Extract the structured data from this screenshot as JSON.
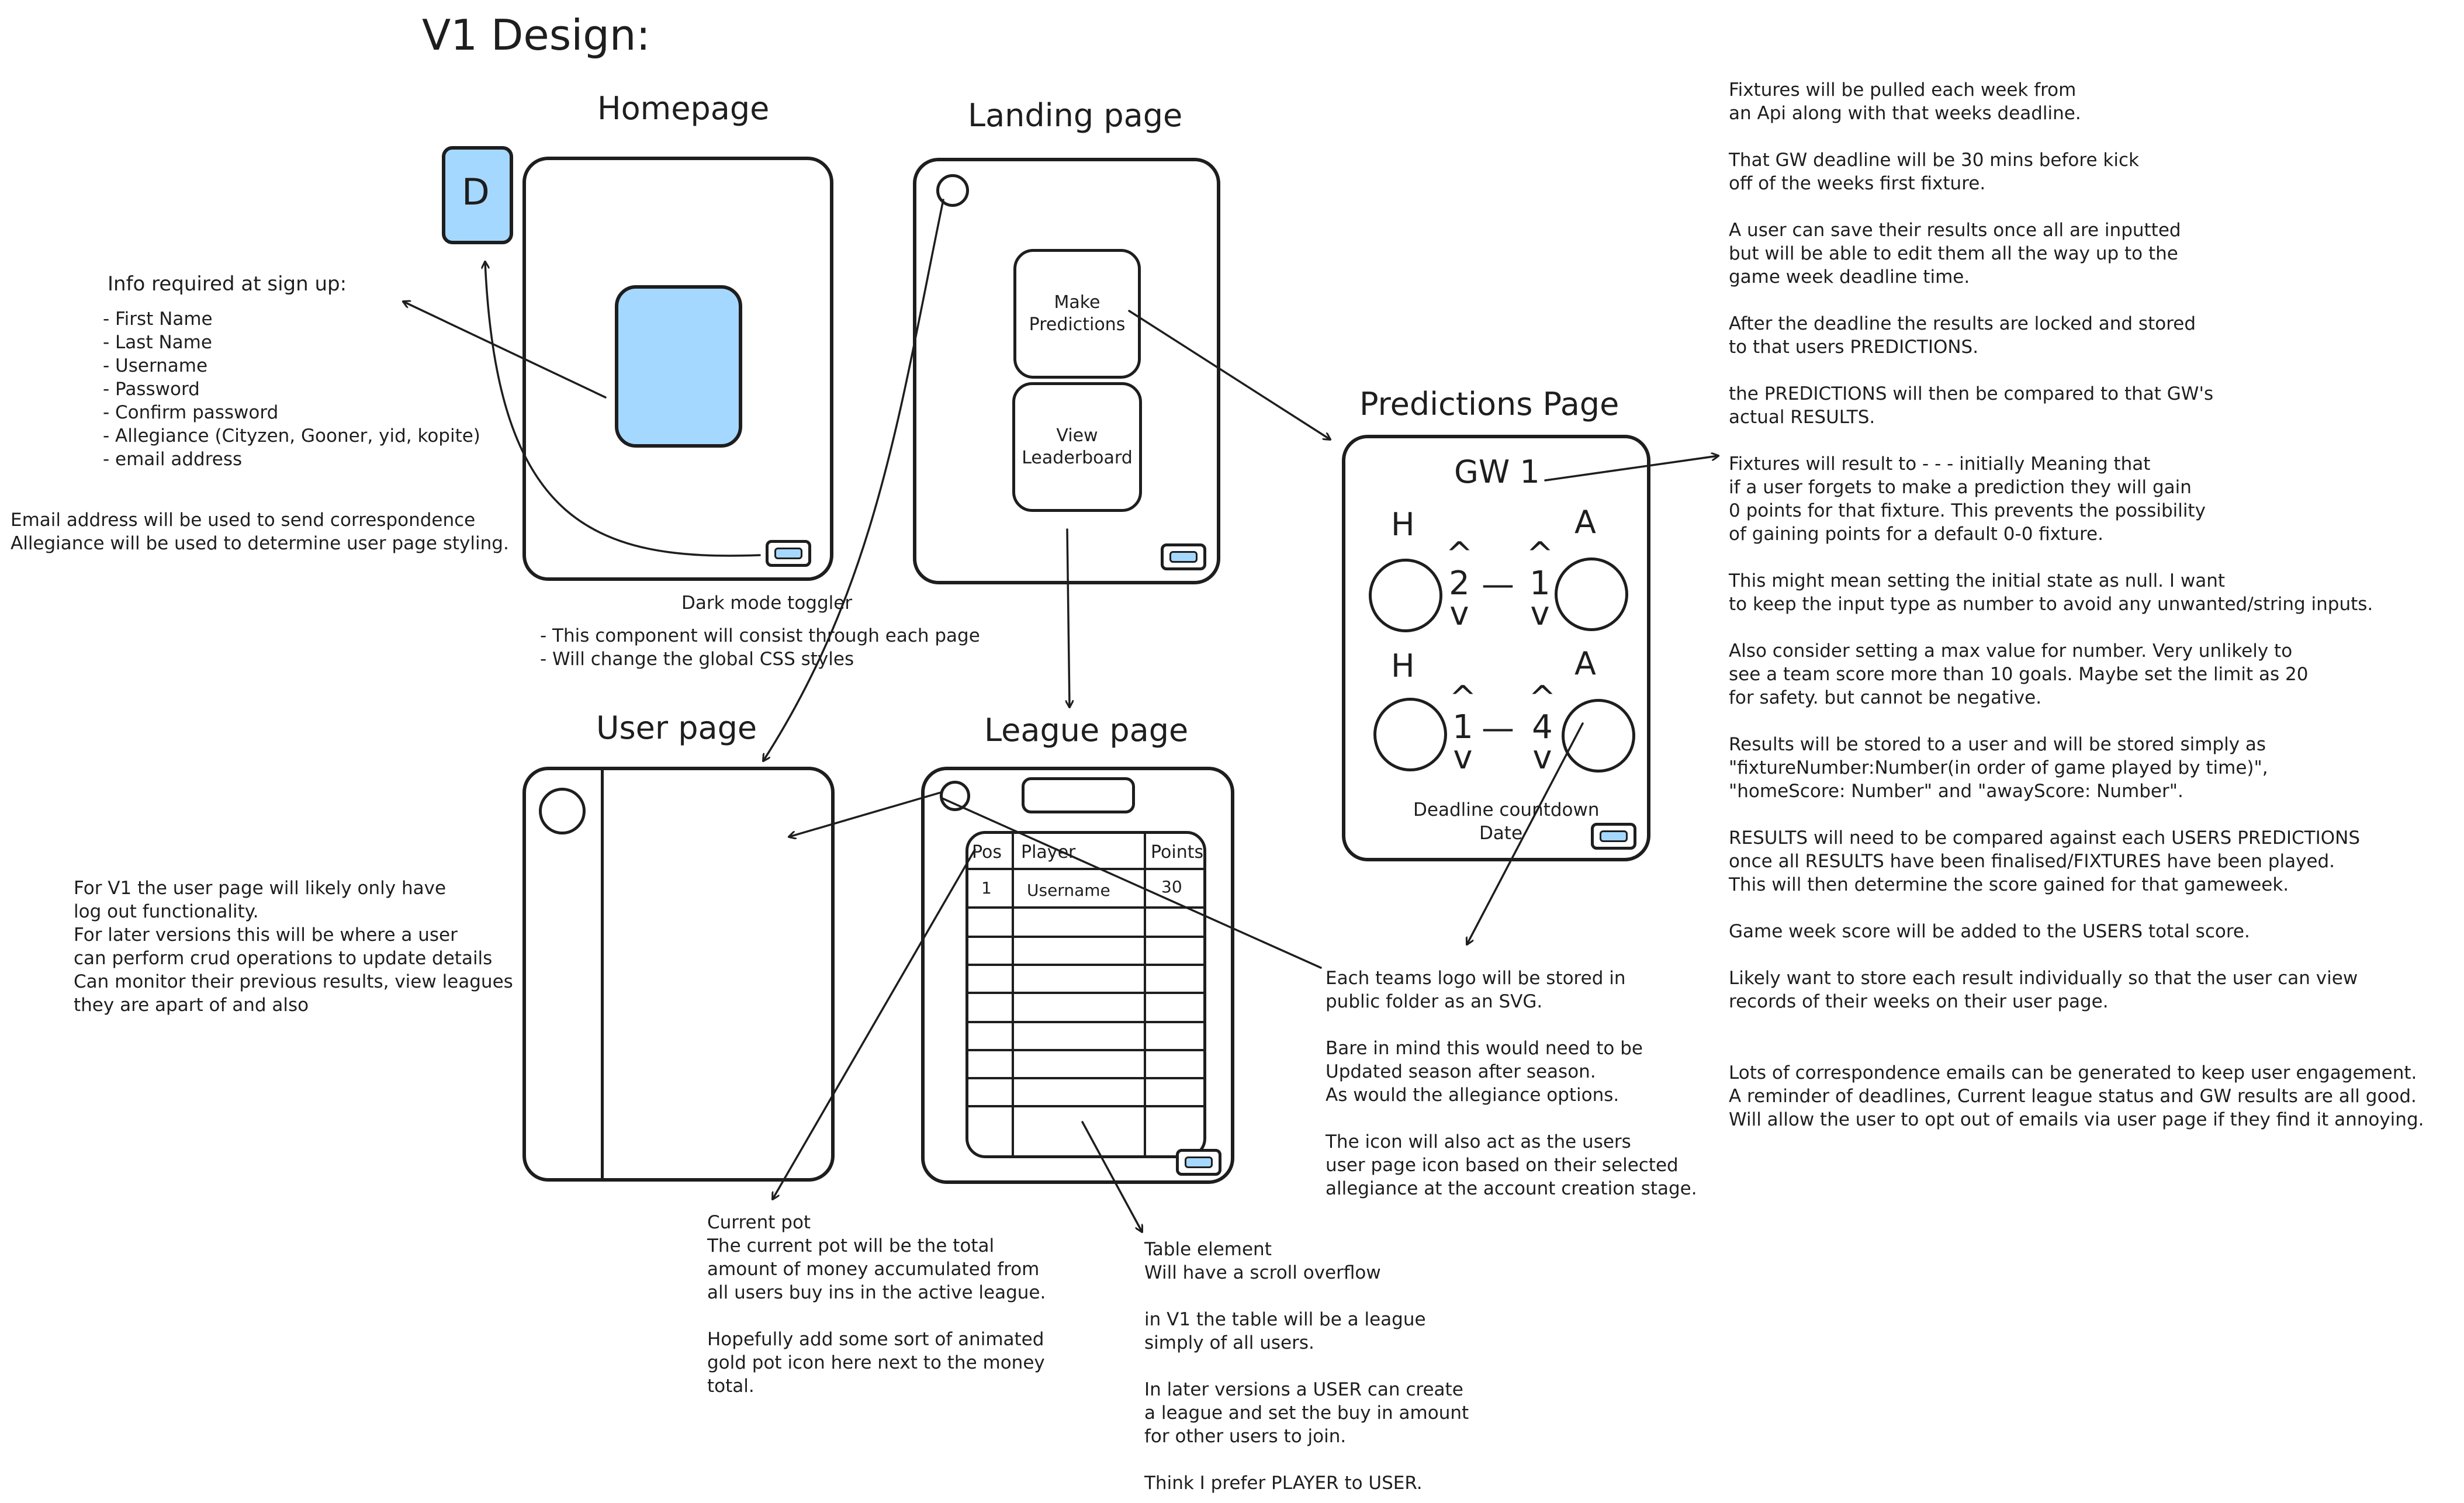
{
  "title": "V1 Design:",
  "pages": {
    "homepage": {
      "heading": "Homepage",
      "logo_letter": "D"
    },
    "landing": {
      "heading": "Landing page",
      "make_predictions": "Make\nPredictions",
      "view_leaderboard": "View\nLeaderboard"
    },
    "predictions": {
      "heading": "Predictions Page",
      "gw": "GW 1",
      "home_label": "H",
      "away_label": "A",
      "fixtures": [
        {
          "home_score": "2",
          "away_score": "1"
        },
        {
          "home_score": "1",
          "away_score": "4"
        }
      ],
      "up_glyph": "^",
      "down_glyph": "v",
      "dash": "—",
      "footer": "Deadline countdown\nDate"
    },
    "user": {
      "heading": "User page"
    },
    "league": {
      "heading": "League page",
      "columns": [
        "Pos",
        "Player",
        "Points"
      ],
      "row": {
        "pos": "1",
        "player": "Username",
        "points": "30"
      }
    }
  },
  "notes": {
    "signup_title": "Info required at sign up:",
    "signup_list": "- First Name\n- Last Name\n- Username\n- Password\n- Confirm password\n- Allegiance (Cityzen, Gooner, yid, kopite)\n- email address",
    "email_note": "Email address will be used to send correspondence\nAllegiance will be used to determine user page styling.",
    "dark_mode": "Dark mode toggler",
    "dark_mode_list": "- This component will consist through each page\n- Will change the global CSS styles",
    "user_page_note": "For V1 the user page will likely only have\nlog out functionality.\nFor later versions this will be where a user\ncan perform crud operations to update details\nCan monitor their previous results, view leagues\nthey are apart of and also",
    "current_pot": "Current pot\nThe current pot will be the total\namount of money accumulated from\nall users buy ins in the active league.\n\nHopefully add some sort of animated\ngold pot icon here next to the money\ntotal.",
    "table_element": "Table element\nWill have a scroll overflow\n\nin V1 the table will be a league\nsimply of all users.\n\nIn later versions a USER can create\na league and set the buy in amount\nfor other users to join.\n\nThink I prefer PLAYER to USER.",
    "logo_note": "Each teams logo will be stored in\npublic folder as an SVG.\n\nBare in mind this would need to be\nUpdated season after season.\nAs would the allegiance options.\n\nThe icon will also act as the users\nuser page icon based on their selected\nallegiance at the account creation stage.",
    "fixtures_note": "Fixtures will be pulled each week from\nan Api along with that weeks deadline.\n\nThat GW deadline will be 30 mins before kick\noff of the weeks first fixture.\n\nA user can save their results once all are inputted\nbut will be able to edit them all the way up to the\ngame week deadline time.\n\nAfter the deadline the results are locked and stored\nto that users PREDICTIONS.\n\nthe PREDICTIONS will then be compared to that GW's\nactual RESULTS.\n\nFixtures will result to - - - initially Meaning that\nif a user forgets to make a prediction they will gain\n0 points for that fixture. This prevents the possibility\nof gaining points for a default 0-0 fixture.\n\nThis might mean setting the initial state as null. I want\nto keep the input type as number to avoid any unwanted/string inputs.\n\nAlso consider setting a max value for number. Very unlikely to\nsee a team score more than 10 goals. Maybe set the limit as 20\nfor safety. but cannot be negative.\n\nResults will be stored to a user and will be stored simply as\n\"fixtureNumber:Number(in order of game played by time)\",\n\"homeScore: Number\" and \"awayScore: Number\".\n\nRESULTS will need to be compared against each USERS PREDICTIONS\nonce all RESULTS have been finalised/FIXTURES have been played.\nThis will then determine the score gained for that gameweek.\n\nGame week score will be added to the USERS total score.\n\nLikely want to store each result individually so that the user can view\nrecords of their weeks on their user page.",
    "emails_note": "Lots of correspondence emails can be generated to keep user engagement.\nA reminder of deadlines, Current league status and GW results are all good.\nWill allow the user to opt out of emails via user page if they find it annoying."
  },
  "colors": {
    "stroke": "#1e1e1e",
    "fill_blue": "#a5d8ff"
  }
}
